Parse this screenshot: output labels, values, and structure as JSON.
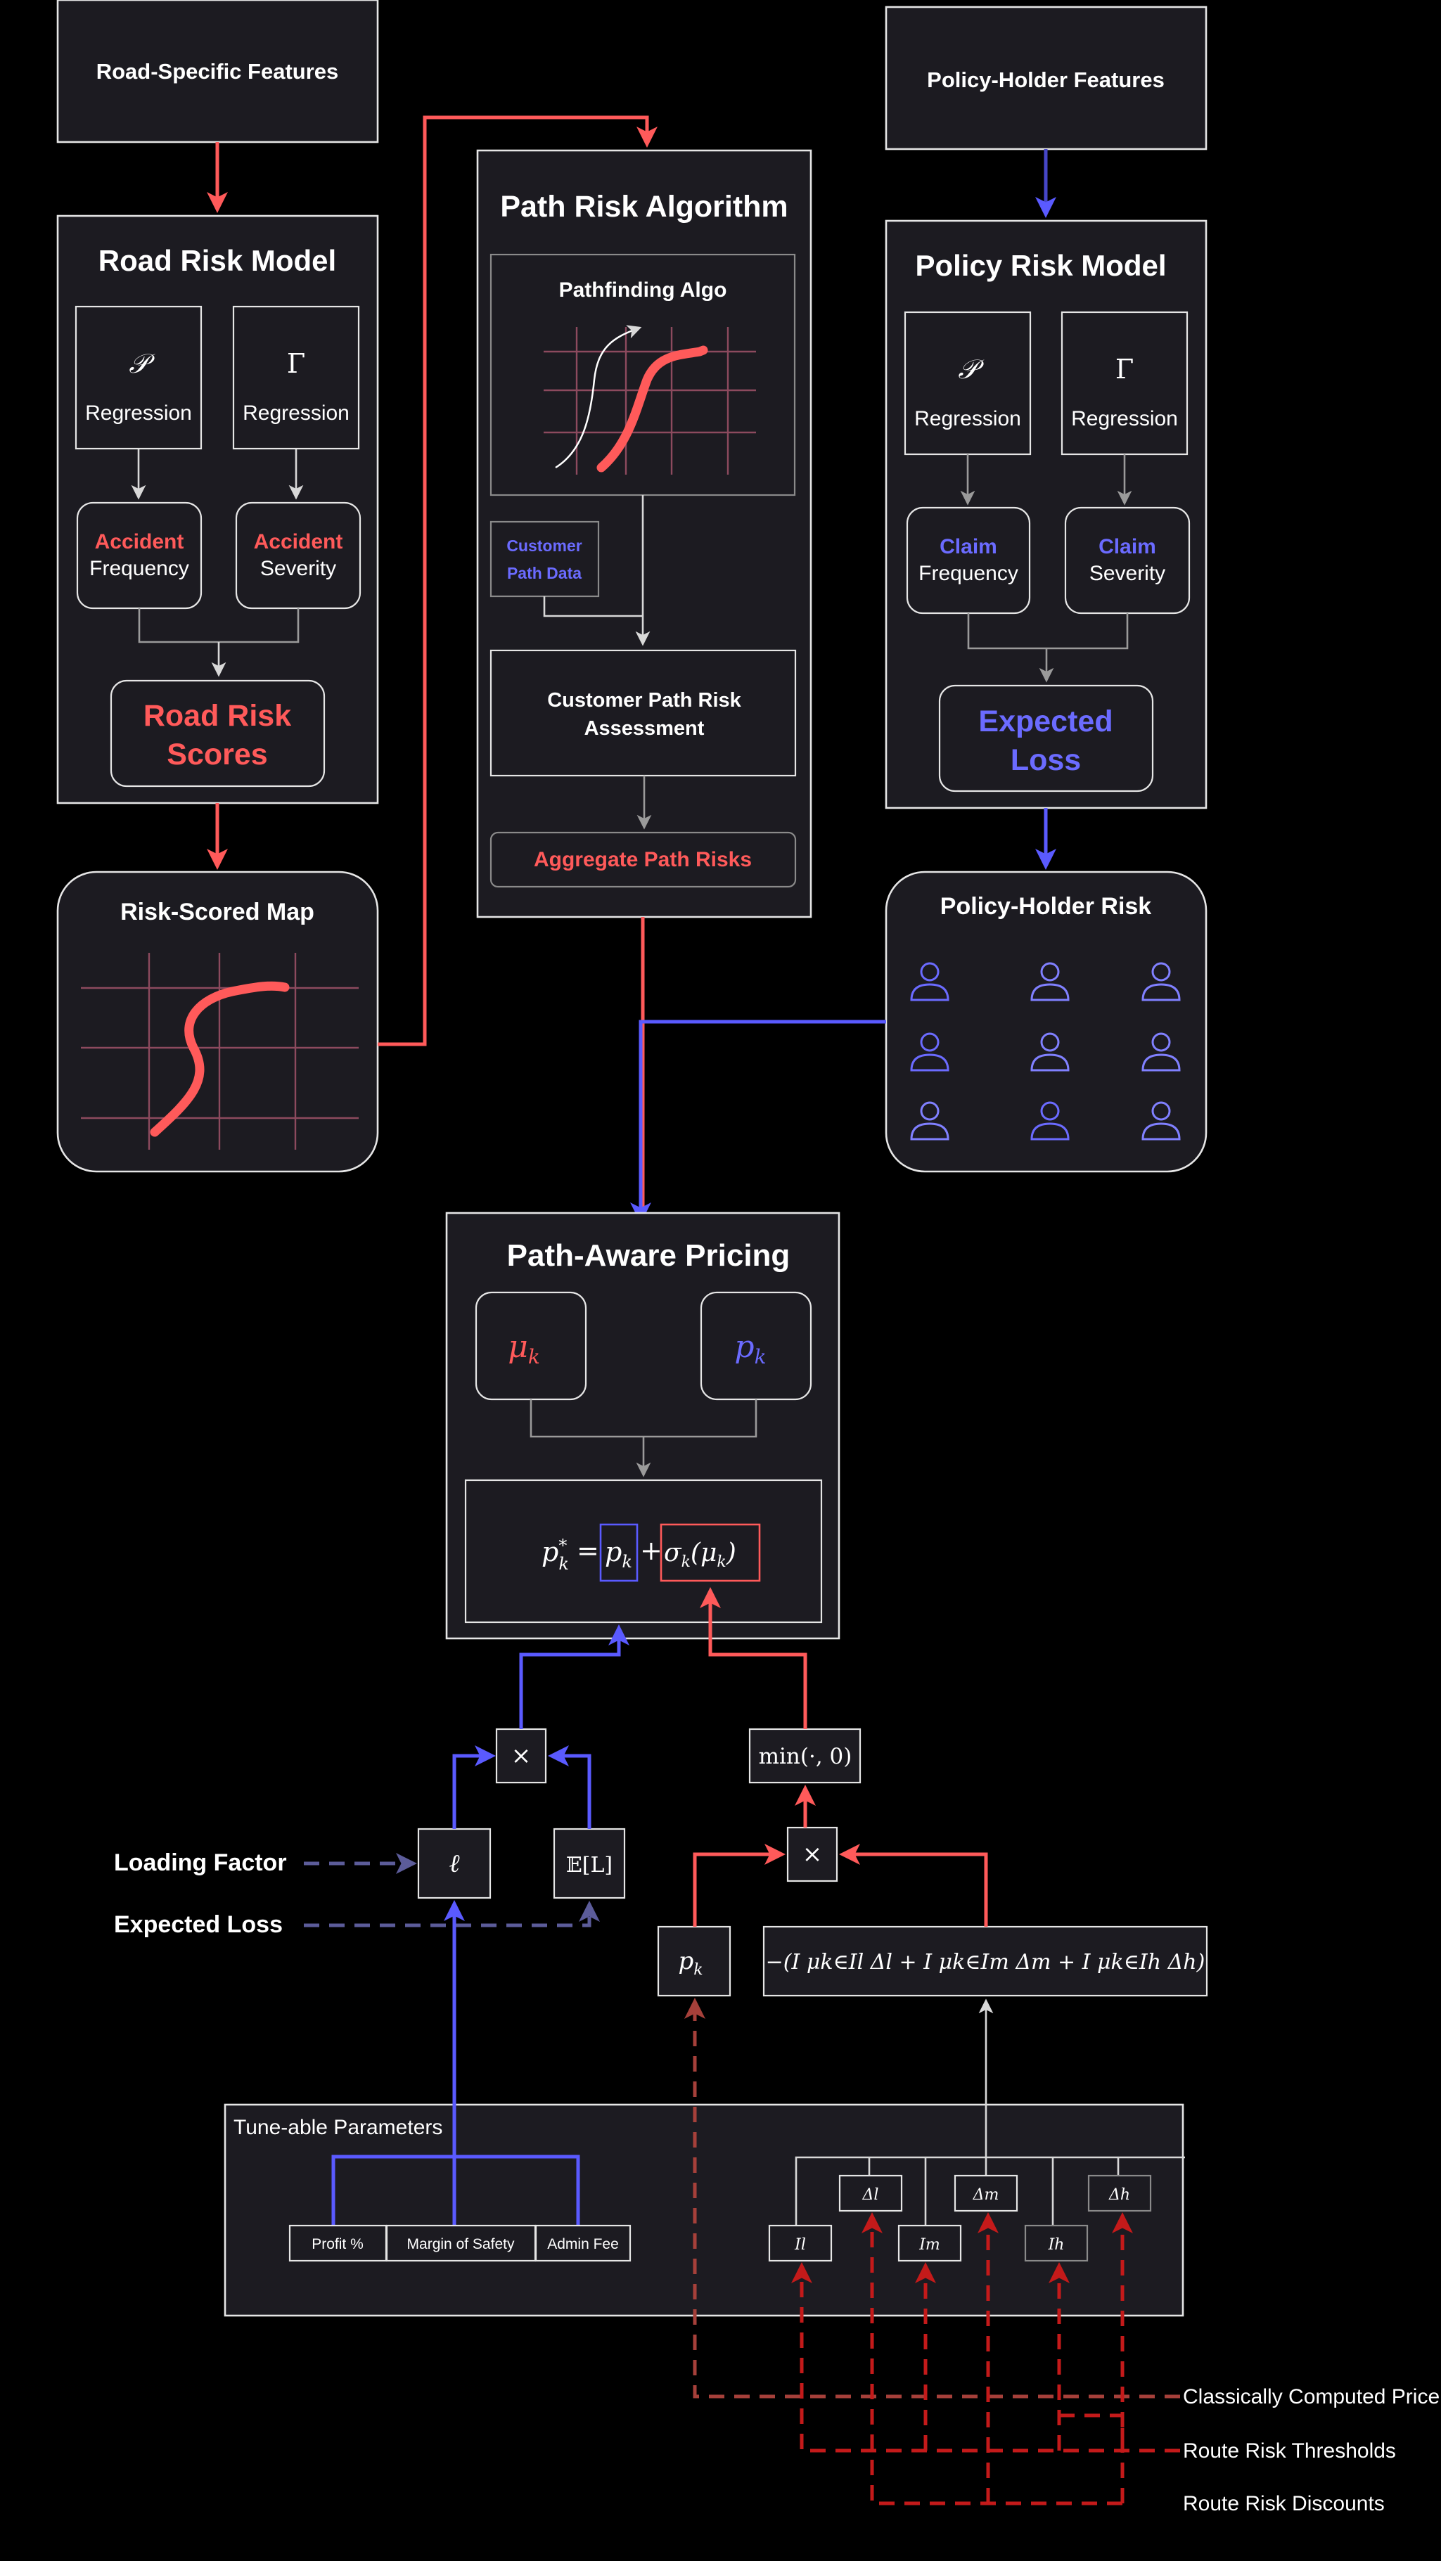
{
  "road_features": {
    "label": "Road-Specific Features"
  },
  "policy_features": {
    "label": "Policy-Holder Features"
  },
  "road_model": {
    "title": "Road Risk Model",
    "p_symbol": "𝒫",
    "gamma_symbol": "Γ",
    "regression_label": "Regression",
    "accident_label": "Accident",
    "frequency_label": "Frequency",
    "severity_label": "Severity",
    "scores_line1": "Road Risk",
    "scores_line2": "Scores"
  },
  "path_algo": {
    "title": "Path Risk Algorithm",
    "pathfinding_label": "Pathfinding Algo",
    "customer_line1": "Customer",
    "customer_line2": "Path Data",
    "assessment_line1": "Customer Path Risk",
    "assessment_line2": "Assessment",
    "aggregate_label": "Aggregate Path Risks"
  },
  "policy_model": {
    "title": "Policy Risk Model",
    "p_symbol": "𝒫",
    "gamma_symbol": "Γ",
    "regression_label": "Regression",
    "claim_label": "Claim",
    "frequency_label": "Frequency",
    "severity_label": "Severity",
    "loss_line1": "Expected",
    "loss_line2": "Loss"
  },
  "risk_map": {
    "title": "Risk-Scored Map"
  },
  "policy_risk": {
    "title": "Policy-Holder Risk"
  },
  "pricing": {
    "title": "Path-Aware Pricing",
    "mu_label": "μ",
    "mu_sub": "k",
    "p_label": "p",
    "p_sub": "k",
    "formula_lhs": "p",
    "formula_star": "*",
    "formula_sub": "k",
    "formula_eq": "=",
    "formula_plus": "+",
    "formula_sigma": "σ",
    "formula_sigma_arg": "(μ",
    "formula_sigma_close": ")"
  },
  "ops": {
    "times": "×",
    "min_label": "min(·, 0)",
    "ell": "ℓ",
    "expect": "𝔼[L]",
    "pk": "p",
    "pk_sub": "k",
    "discount_expr": "−(I μk∈Il Δl + I μk∈Im Δm + I μk∈Ih Δh)"
  },
  "inputs": {
    "loading_factor": "Loading Factor",
    "expected_loss": "Expected Loss",
    "classical_price": "Classically Computed Price",
    "route_thresholds": "Route Risk Thresholds",
    "route_discounts": "Route Risk Discounts"
  },
  "params": {
    "title": "Tune-able Parameters",
    "profit": "Profit %",
    "margin": "Margin of Safety",
    "admin": "Admin Fee",
    "delta_l": "Δl",
    "delta_m": "Δm",
    "delta_h": "Δh",
    "i_l": "Il",
    "i_m": "Im",
    "i_h": "Ih"
  },
  "colors": {
    "accent_red": "#ff5a5a",
    "accent_blue": "#5a5aff",
    "threshold_red": "#c41a1a"
  }
}
